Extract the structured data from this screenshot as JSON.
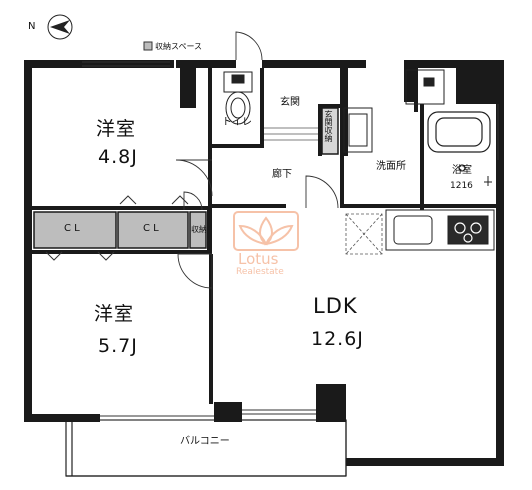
{
  "compass": {
    "north_label": "N"
  },
  "legend": {
    "storage_label": "収納スペース"
  },
  "rooms": {
    "western_room_1": {
      "label": "洋室",
      "size": "4.8J"
    },
    "western_room_2": {
      "label": "洋室",
      "size": "5.7J"
    },
    "ldk": {
      "label": "LDK",
      "size": "12.6J"
    },
    "toilet": {
      "label": "トイレ"
    },
    "entrance": {
      "label": "玄関"
    },
    "entrance_storage": {
      "label": "玄関収納"
    },
    "hallway": {
      "label": "廊下"
    },
    "washroom": {
      "label": "洗面所"
    },
    "bathroom": {
      "label": "浴室",
      "size": "1216"
    },
    "closet_1": {
      "label": "C L"
    },
    "closet_2": {
      "label": "C L"
    },
    "storage": {
      "label": "収納"
    },
    "balcony": {
      "label": "バルコニー"
    }
  },
  "watermark": {
    "name": "Lotus",
    "sub": "Realestate"
  },
  "colors": {
    "wall": "#1a1a1a",
    "closet_fill": "#bdbdbd",
    "watermark": "#f6c2a8"
  }
}
